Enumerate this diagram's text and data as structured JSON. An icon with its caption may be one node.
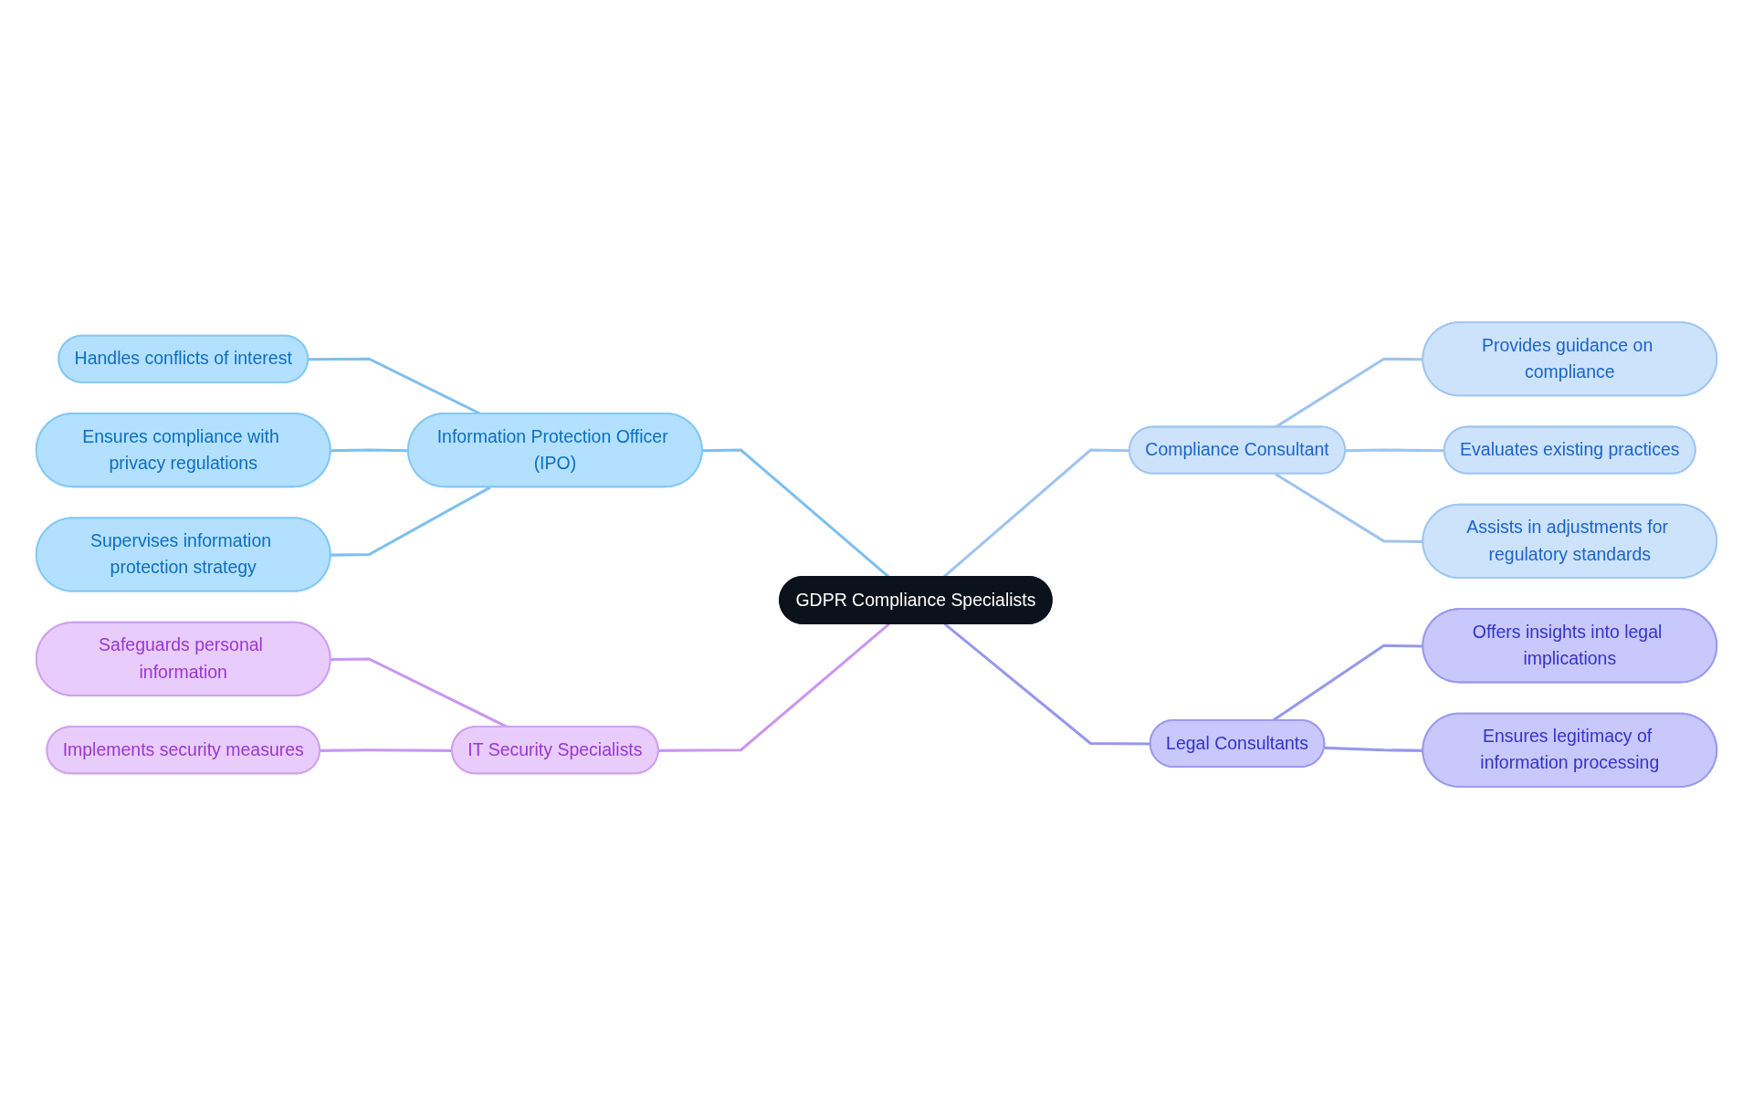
{
  "diagram": {
    "nodes": [
      {
        "text": [
          "GDPR Compliance Specialists"
        ]
      },
      {
        "text": [
          "Information Protection Officer (IPO)"
        ]
      },
      {
        "text": [
          "Handles conflicts of interest"
        ]
      },
      {
        "text": [
          "Ensures compliance with privacy regulations"
        ]
      },
      {
        "text": [
          "Supervises information protection strategy"
        ]
      },
      {
        "text": [
          "Compliance Consultant"
        ]
      },
      {
        "text": [
          "Provides guidance on compliance"
        ]
      },
      {
        "text": [
          "Evaluates existing practices"
        ]
      },
      {
        "text": [
          "Assists in adjustments for regulatory standards"
        ]
      },
      {
        "text": [
          "IT Security Specialists"
        ]
      },
      {
        "text": [
          "Safeguards personal information"
        ]
      },
      {
        "text": [
          "Implements security measures"
        ]
      },
      {
        "text": [
          "Legal Consultants"
        ]
      },
      {
        "text": [
          "Offers insights into legal implications"
        ]
      },
      {
        "text": [
          "Ensures legitimacy of information processing"
        ]
      }
    ],
    "edges": [
      {
        "from": 1,
        "to": 0,
        "arrow": "none",
        "color": "#7dbfee"
      },
      {
        "from": 2,
        "to": 1,
        "arrow": "none",
        "color": "#7dbfee"
      },
      {
        "from": 3,
        "to": 1,
        "arrow": "none",
        "color": "#7dbfee"
      },
      {
        "from": 4,
        "to": 1,
        "arrow": "none",
        "color": "#7dbfee"
      },
      {
        "from": 0,
        "to": 5,
        "arrow": "none",
        "color": "#9fc3f0"
      },
      {
        "from": 5,
        "to": 6,
        "arrow": "none",
        "color": "#9fc3f0"
      },
      {
        "from": 5,
        "to": 7,
        "arrow": "none",
        "color": "#9fc3f0"
      },
      {
        "from": 5,
        "to": 8,
        "arrow": "none",
        "color": "#9fc3f0"
      },
      {
        "from": 9,
        "to": 0,
        "arrow": "none",
        "color": "#c996f0"
      },
      {
        "from": 10,
        "to": 9,
        "arrow": "none",
        "color": "#c996f0"
      },
      {
        "from": 11,
        "to": 9,
        "arrow": "none",
        "color": "#c996f0"
      },
      {
        "from": 0,
        "to": 12,
        "arrow": "none",
        "color": "#9797ee"
      },
      {
        "from": 12,
        "to": 13,
        "arrow": "none",
        "color": "#9797ee"
      },
      {
        "from": 12,
        "to": 14,
        "arrow": "none",
        "color": "#9797ee"
      }
    ]
  }
}
